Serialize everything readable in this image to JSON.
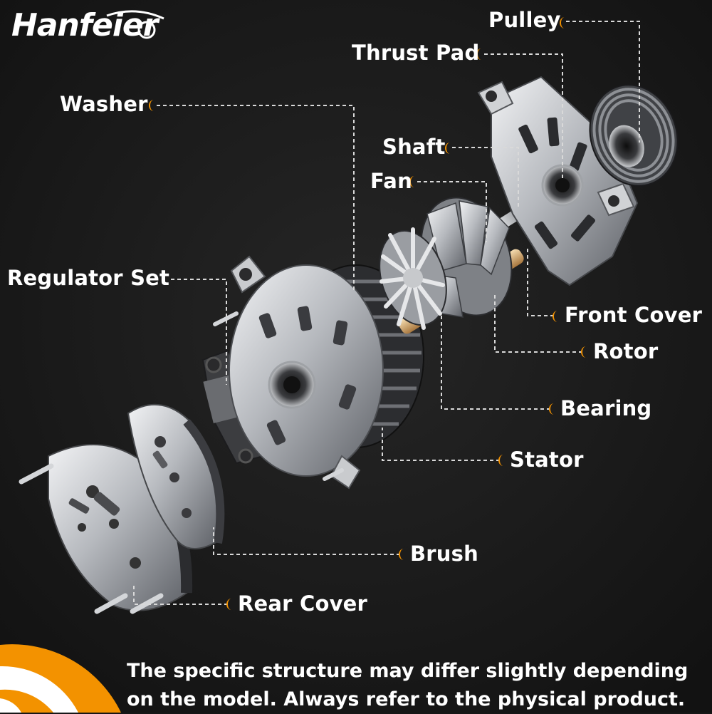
{
  "brand": {
    "name": "Hanfeier"
  },
  "colors": {
    "accent": "#f39200",
    "background": "#161616",
    "text": "#ffffff",
    "metal": "#b9bcc0"
  },
  "labels": {
    "pulley": "Pulley",
    "thrust_pad": "Thrust Pad",
    "washer": "Washer",
    "shaft": "Shaft",
    "fan": "Fan",
    "regulator_set": "Regulator Set",
    "front_cover": "Front Cover",
    "rotor": "Rotor",
    "bearing": "Bearing",
    "stator": "Stator",
    "brush": "Brush",
    "rear_cover": "Rear Cover"
  },
  "disclaimer": {
    "line1": "The specific structure may differ slightly depending",
    "line2": "on the model. Always refer to the physical product."
  },
  "icons": {
    "label_marker": "orange-crescent-icon",
    "corner_badge": "orange-quarter-circle-icon"
  }
}
